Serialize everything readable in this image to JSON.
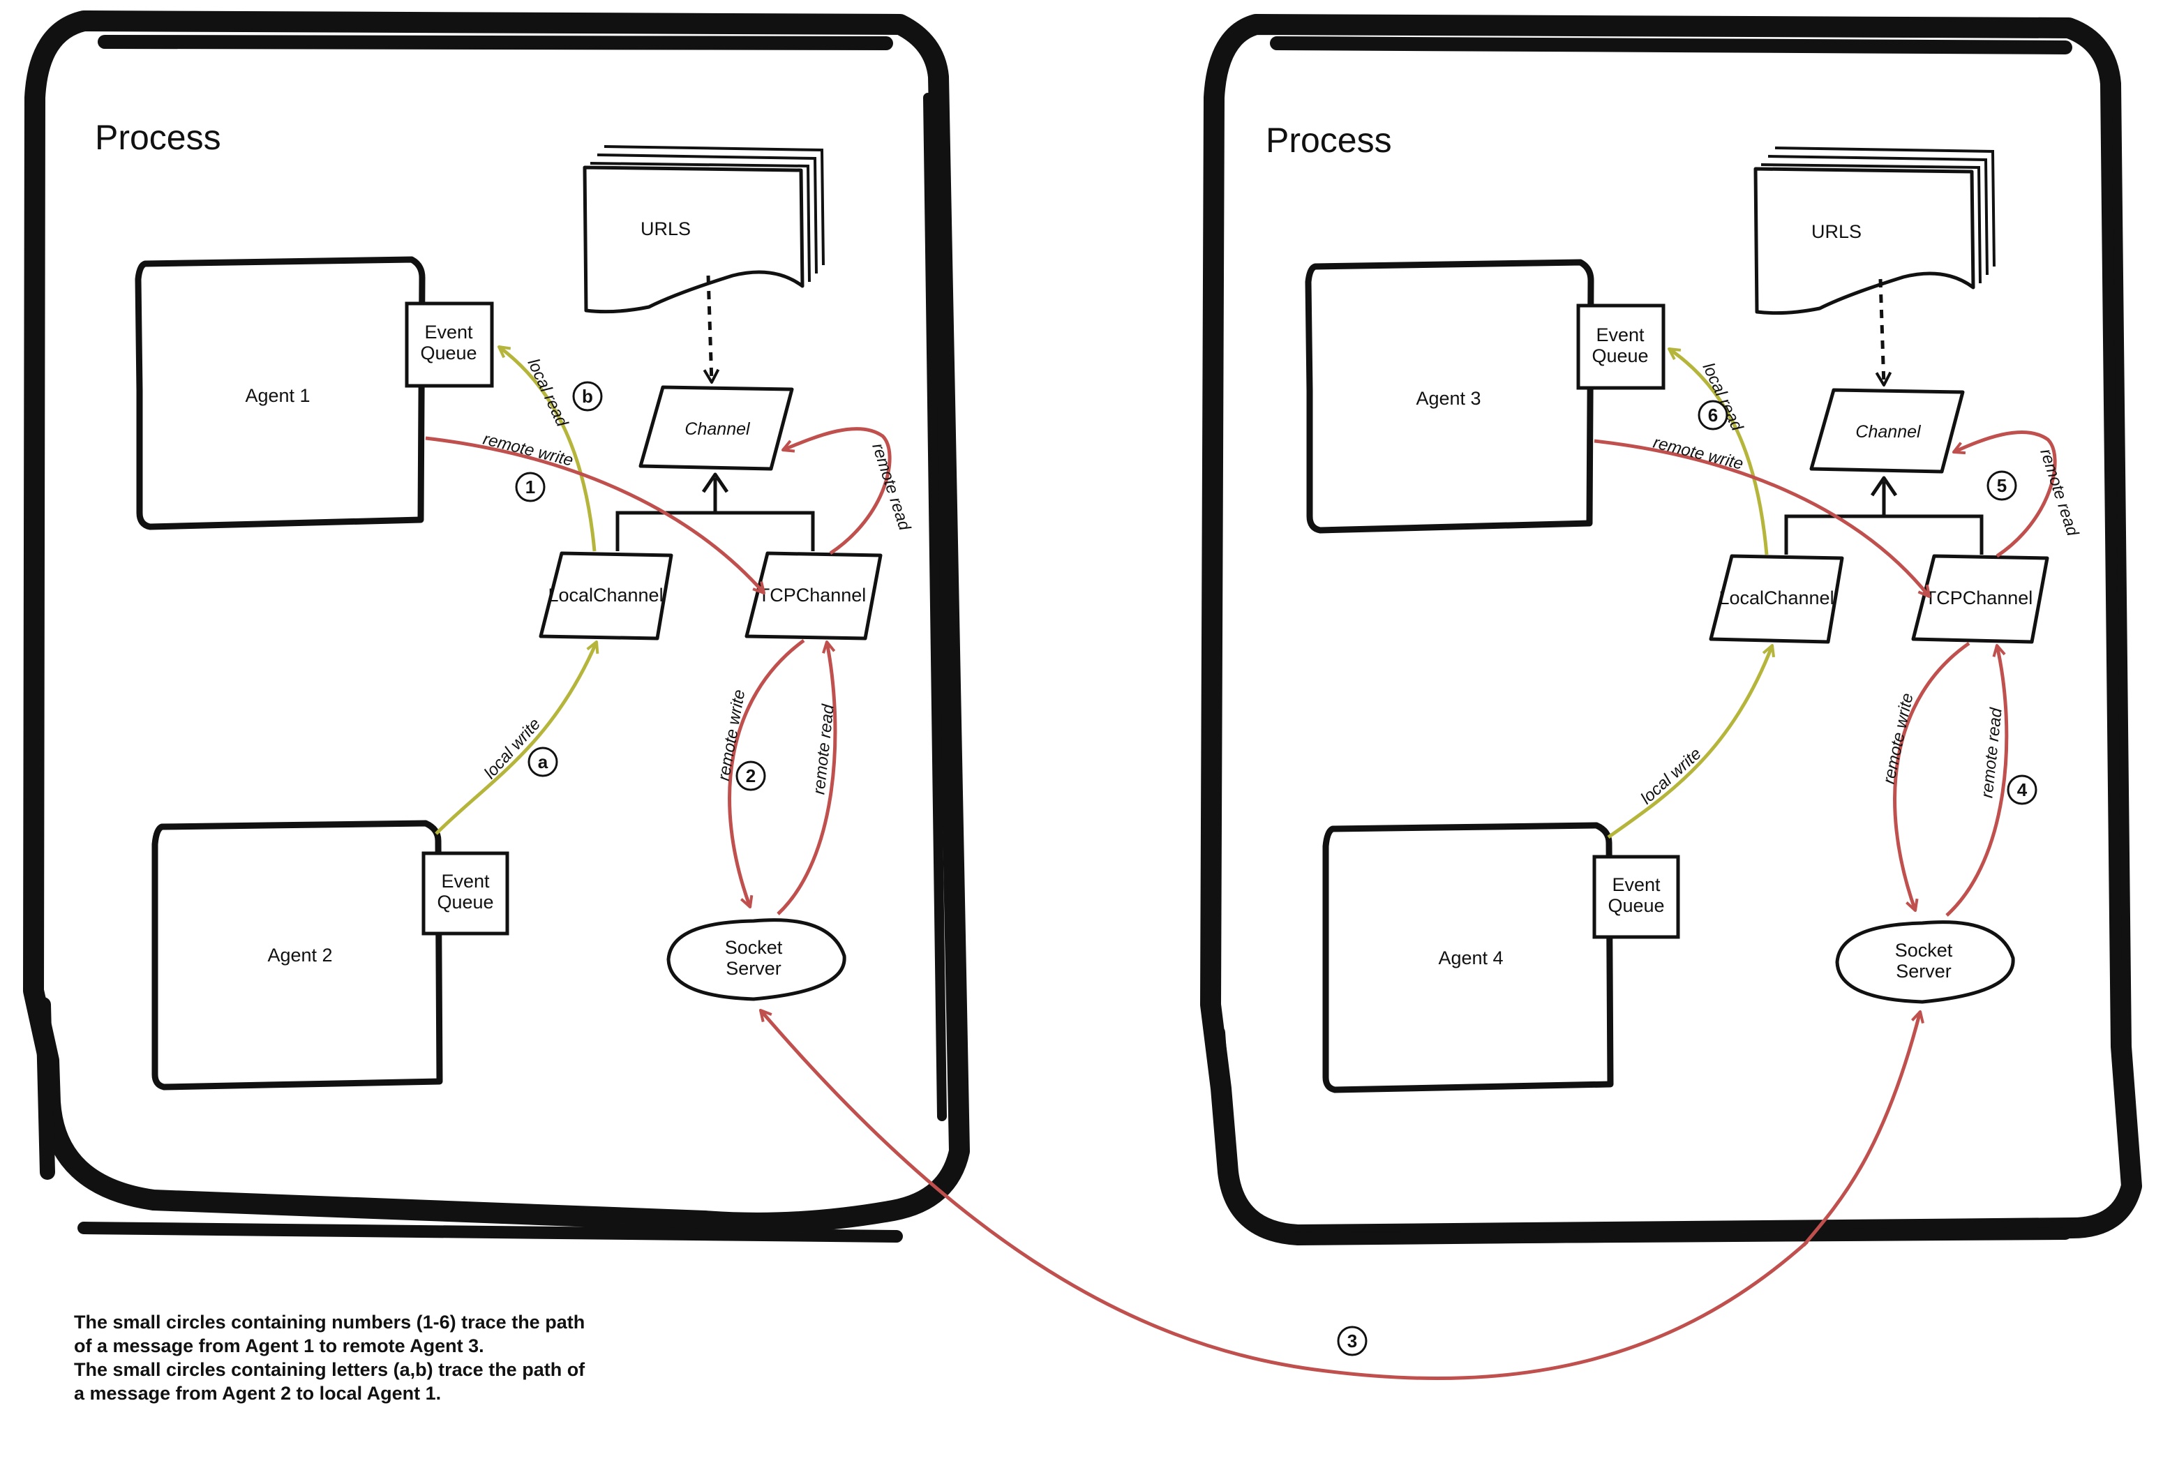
{
  "colors": {
    "red": "#c0504d",
    "olive": "#b5b53c",
    "ink": "#111111"
  },
  "processes": [
    {
      "title": "Process",
      "agent_top": "Agent 1",
      "agent_bottom": "Agent 2",
      "queue_top": [
        "Event",
        "Queue"
      ],
      "queue_bottom": [
        "Event",
        "Queue"
      ],
      "urls": "URLS",
      "channel": "Channel",
      "local_channel": "LocalChannel",
      "tcp_channel": "TCPChannel",
      "socket_server": [
        "Socket",
        "Server"
      ],
      "flows": {
        "local_read": "local read",
        "local_write": "local write",
        "remote_write_top": "remote write",
        "remote_read_loop": "remote read",
        "remote_write_socket": "remote write",
        "remote_read_socket": "remote read"
      },
      "markers": {
        "local_read": "b",
        "local_write": "a",
        "remote_write_top": "1",
        "remote_write_socket": "2"
      }
    },
    {
      "title": "Process",
      "agent_top": "Agent 3",
      "agent_bottom": "Agent 4",
      "queue_top": [
        "Event",
        "Queue"
      ],
      "queue_bottom": [
        "Event",
        "Queue"
      ],
      "urls": "URLS",
      "channel": "Channel",
      "local_channel": "LocalChannel",
      "tcp_channel": "TCPChannel",
      "socket_server": [
        "Socket",
        "Server"
      ],
      "flows": {
        "local_read": "local read",
        "local_write": "local write",
        "remote_write_top": "remote write",
        "remote_read_loop": "remote read",
        "remote_write_socket": "remote write",
        "remote_read_socket": "remote read"
      },
      "markers": {
        "local_read": "6",
        "remote_read_loop": "5",
        "remote_read_socket": "4"
      }
    }
  ],
  "link_marker": "3",
  "caption": [
    "The small circles containing numbers (1-6) trace the path",
    "of a message from Agent 1 to remote Agent 3.",
    "The small circles containing letters (a,b) trace the path of",
    "a message from Agent 2 to local Agent 1."
  ]
}
